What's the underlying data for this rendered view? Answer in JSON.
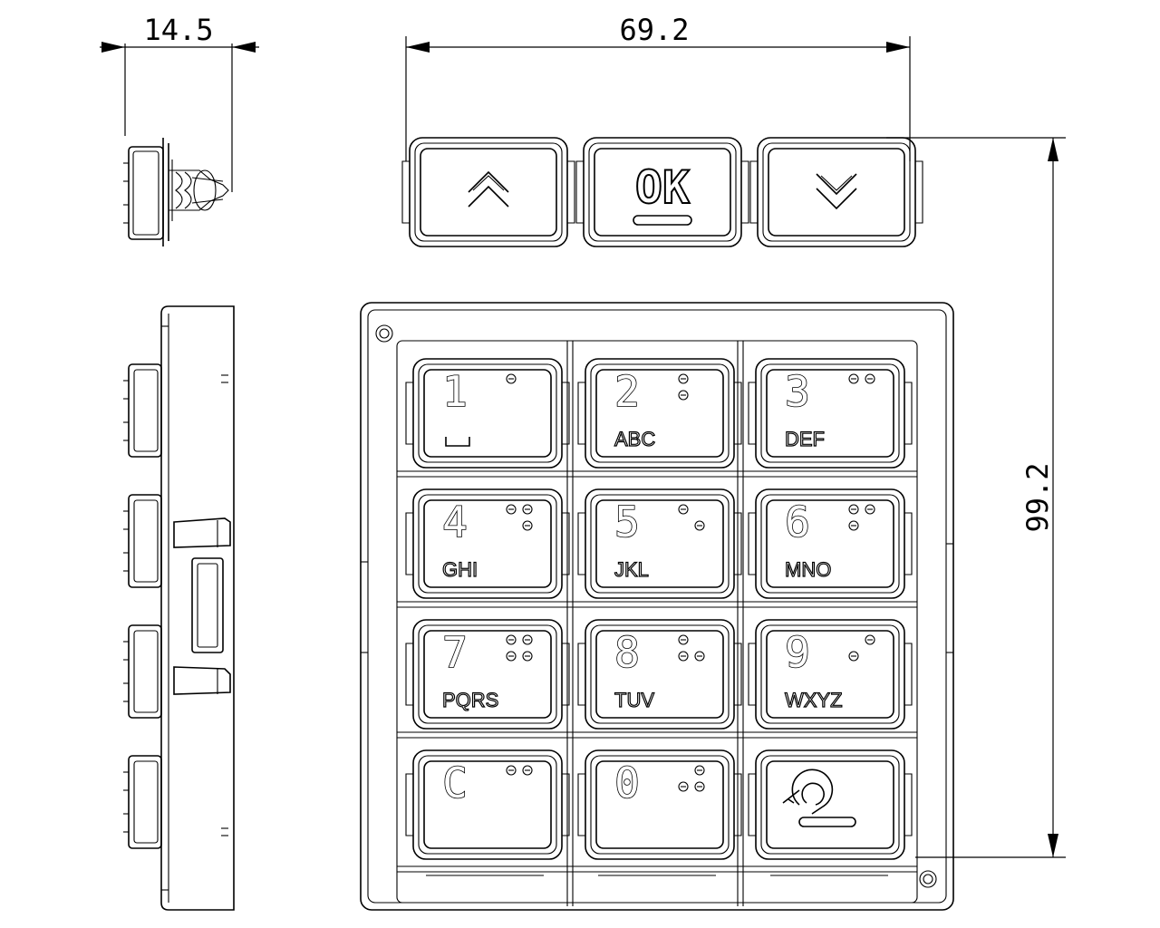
{
  "dimensions": {
    "depth": "14.5",
    "width": "69.2",
    "height": "99.2"
  },
  "nav_keys": [
    {
      "name": "up",
      "symbol": "up-chevron-icon"
    },
    {
      "name": "ok",
      "label": "OK"
    },
    {
      "name": "down",
      "symbol": "down-chevron-icon"
    }
  ],
  "keypad": [
    {
      "number": "1",
      "letters": "",
      "dots": [
        1
      ],
      "extra": "space-icon"
    },
    {
      "number": "2",
      "letters": "ABC",
      "dots": [
        1,
        2
      ]
    },
    {
      "number": "3",
      "letters": "DEF",
      "dots": [
        1,
        4
      ]
    },
    {
      "number": "4",
      "letters": "GHI",
      "dots": [
        1,
        4,
        5
      ]
    },
    {
      "number": "5",
      "letters": "JKL",
      "dots": [
        1,
        5
      ]
    },
    {
      "number": "6",
      "letters": "MNO",
      "dots": [
        1,
        2,
        4
      ]
    },
    {
      "number": "7",
      "letters": "PQRS",
      "dots": [
        1,
        2,
        4,
        5
      ]
    },
    {
      "number": "8",
      "letters": "TUV",
      "dots": [
        1,
        2,
        5
      ]
    },
    {
      "number": "9",
      "letters": "WXYZ",
      "dots": [
        2,
        4
      ]
    },
    {
      "number": "C",
      "letters": "",
      "dots": [
        1,
        4
      ]
    },
    {
      "number": "0",
      "letters": "",
      "dots": [
        2,
        4,
        5
      ]
    },
    {
      "number": "",
      "letters": "",
      "dots": [],
      "extra": "hearing-loop-icon"
    }
  ]
}
